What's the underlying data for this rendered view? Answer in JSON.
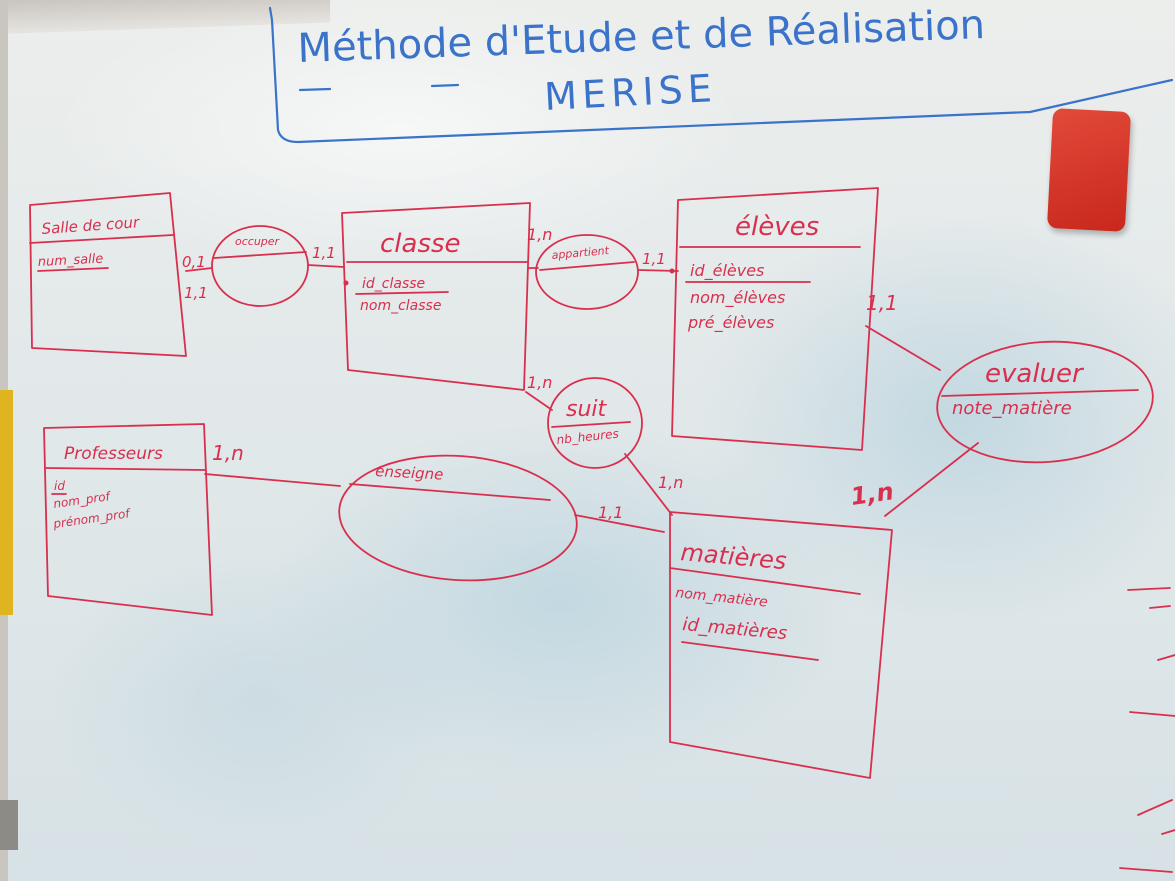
{
  "header": {
    "title_line1": "Méthode d'Etude et de Réalisation",
    "title_line2": "MERISE"
  },
  "entities": {
    "salle": {
      "name": "Salle de cour",
      "attributes": [
        "num_salle"
      ]
    },
    "classe": {
      "name": "classe",
      "attributes": [
        "id_classe",
        "nom_classe"
      ]
    },
    "eleves": {
      "name": "élèves",
      "attributes": [
        "id_élèves",
        "nom_élèves",
        "pré_élèves"
      ]
    },
    "professeurs": {
      "name": "Professeurs",
      "attributes": [
        "id",
        "nom_prof",
        "prénom_prof"
      ]
    },
    "matieres": {
      "name": "matières",
      "attributes": [
        "nom_matière",
        "id_matières"
      ]
    }
  },
  "relations": {
    "occuper": {
      "name": "occuper",
      "attributes": []
    },
    "appartient": {
      "name": "appartient",
      "attributes": []
    },
    "suit": {
      "name": "suit",
      "attributes": [
        "nb_heures"
      ]
    },
    "enseigne": {
      "name": "enseigne",
      "attributes": []
    },
    "evaluer": {
      "name": "evaluer",
      "attributes": [
        "note_matière"
      ]
    }
  },
  "cardinalities": {
    "salle_occuper": [
      "0,1",
      "1,1"
    ],
    "classe_occuper": "1,1",
    "classe_appartient": "1,n",
    "eleves_appartient": "1,1",
    "classe_suit": "1,n",
    "matieres_suit": "1,n",
    "professeurs_enseigne": "1,n",
    "matieres_enseigne": "1,1",
    "eleves_evaluer": "1,1",
    "matieres_evaluer": "1,n"
  },
  "colors": {
    "ink_red": "#d92f4e",
    "ink_blue": "#3a73c9",
    "eraser": "#d8362a",
    "board": "#e4eaeb"
  }
}
